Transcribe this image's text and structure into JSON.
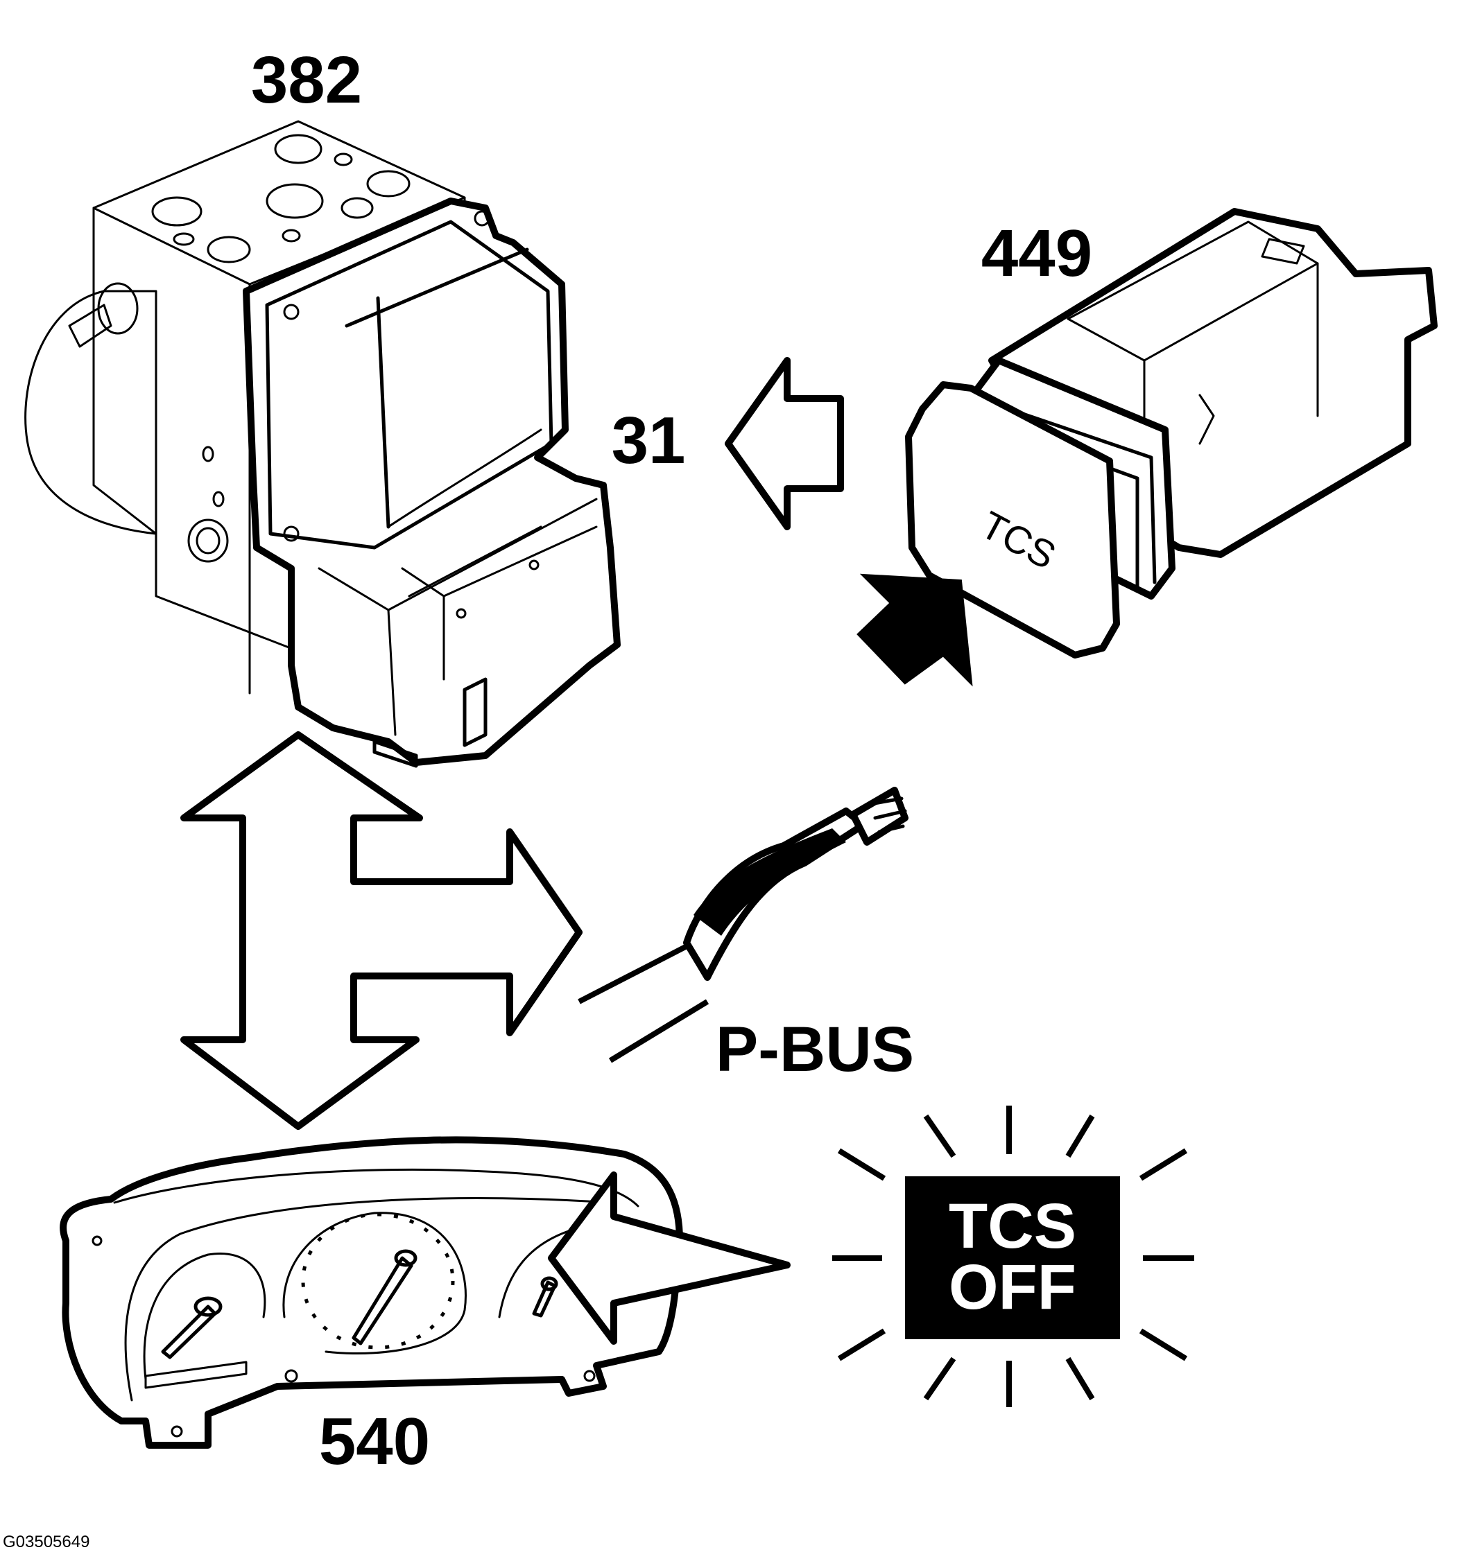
{
  "labels": {
    "abs_module": "382",
    "ground": "31",
    "tcs_switch": "449",
    "instrument_cluster": "540",
    "bus": "P-BUS"
  },
  "switch_text": "TCS",
  "warning_lamp": {
    "line1": "TCS",
    "line2": "OFF"
  },
  "figure_id": "G03505649"
}
